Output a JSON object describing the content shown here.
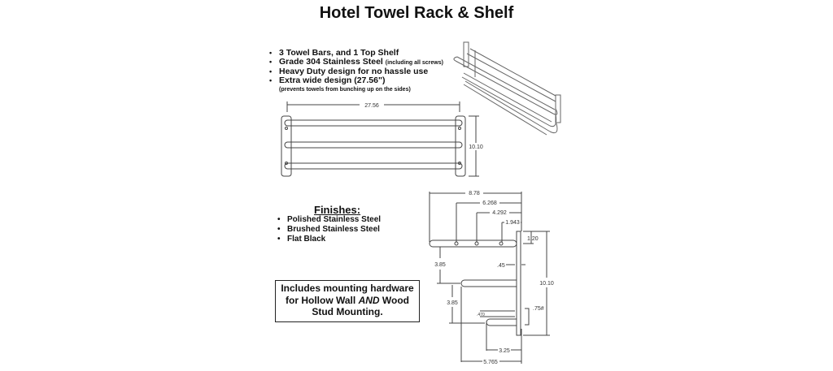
{
  "title": "Hotel Towel Rack & Shelf",
  "features": [
    {
      "text": "3 Towel Bars, and 1 Top Shelf",
      "note": ""
    },
    {
      "text": "Grade 304 Stainless Steel",
      "note": "(including all screws)"
    },
    {
      "text": "Heavy Duty design for no hassle use",
      "note": ""
    },
    {
      "text": "Extra wide design (27.56\")",
      "note": ""
    }
  ],
  "features_subnote": "(prevents towels from bunching up on the sides)",
  "finishes": {
    "title": "Finishes",
    "colon": ":",
    "items": [
      "Polished Stainless Steel",
      "Brushed Stainless Steel",
      "Flat Black"
    ]
  },
  "mounting": {
    "line1": "Includes mounting hardware",
    "line2a": "for Hollow Wall ",
    "line2b": "AND",
    "line2c": " Wood",
    "line3": "Stud Mounting."
  },
  "front_view": {
    "width": "27.56",
    "height": "10.10"
  },
  "side_view": {
    "depth_total": "8.78",
    "bar1": "6.268",
    "bar2": "4.292",
    "bar3": "1.943",
    "shelf_offset": "1.20",
    "plate": ".45",
    "spacing1": "3.85",
    "spacing2": "3.85",
    "small": ".470",
    "height": "10.10",
    "hook": ".75#",
    "lower_depth": "3.25",
    "mid_depth": "5.765"
  }
}
